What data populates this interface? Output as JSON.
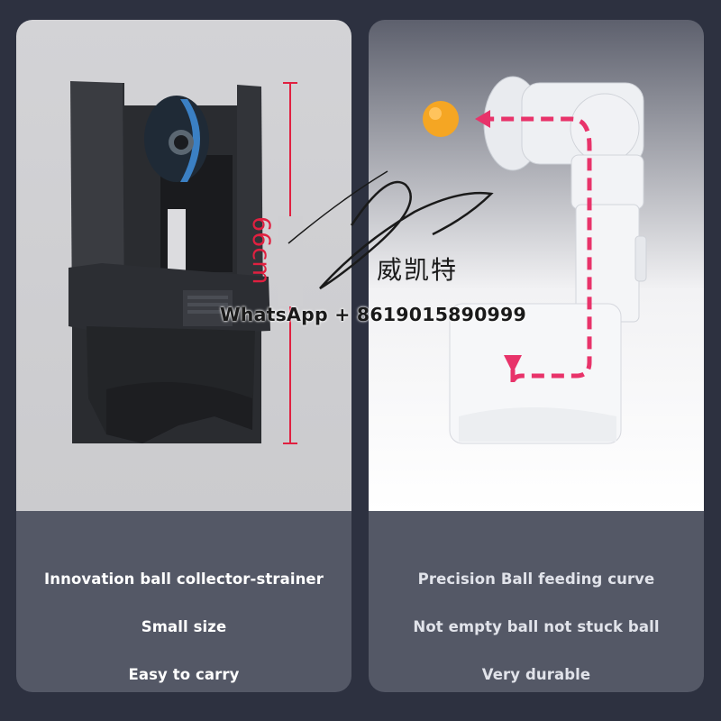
{
  "left_panel": {
    "dimension_label": "66cm",
    "captions": [
      "Innovation ball collector-strainer",
      "Small size",
      "Easy to carry"
    ]
  },
  "right_panel": {
    "captions": [
      "Precision Ball feeding curve",
      "Not empty ball not stuck ball",
      "Very durable"
    ]
  },
  "watermark": {
    "brand_text": "威凯特",
    "contact": "WhatsApp + 8619015890999"
  },
  "colors": {
    "background": "#2d3140",
    "caption_bg": "#545866",
    "dimension_red": "#e02040",
    "path_pink": "#e8336a",
    "ball_orange": "#f5a623"
  }
}
